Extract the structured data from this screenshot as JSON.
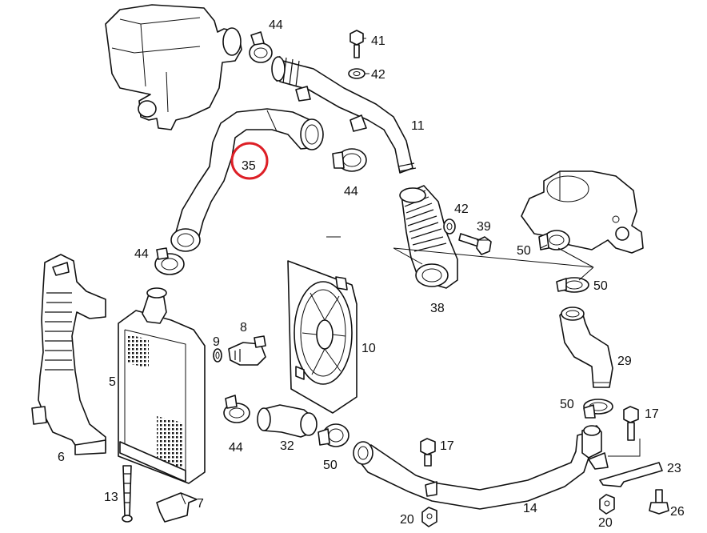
{
  "colors": {
    "line": "#111111",
    "background": "#ffffff",
    "highlight": "#dd1f26"
  },
  "highlighted_part": "35",
  "labels": {
    "l44a": "44",
    "l41": "41",
    "l42a": "42",
    "l11": "11",
    "l35": "35",
    "l44b": "44",
    "l42b": "42",
    "l39": "39",
    "l50a": "50",
    "l50b": "50",
    "l44c": "44",
    "l38": "38",
    "l8": "8",
    "l9": "9",
    "l10": "10",
    "l29": "29",
    "l5": "5",
    "l6": "6",
    "l50c": "50",
    "l17a": "17",
    "l44d": "44",
    "l32": "32",
    "l50d": "50",
    "l17b": "17",
    "l23": "23",
    "l13": "13",
    "l7": "7",
    "l14": "14",
    "l20a": "20",
    "l20b": "20",
    "l26": "26"
  }
}
